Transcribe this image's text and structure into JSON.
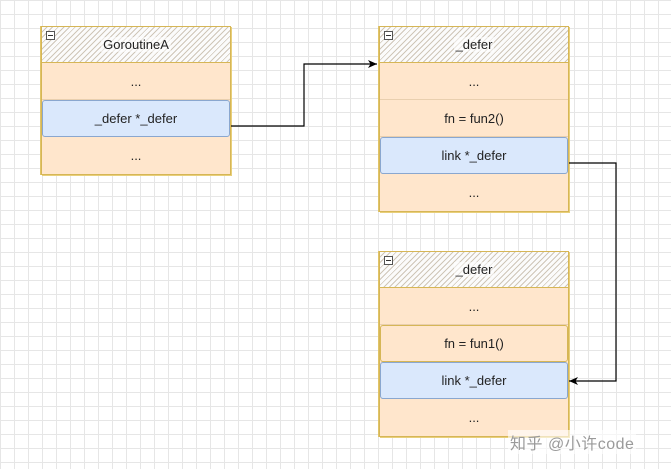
{
  "goroutine": {
    "title": "GoroutineA",
    "rows": [
      "...",
      "_defer *_defer",
      "..."
    ]
  },
  "defer_top": {
    "title": "_defer",
    "rows": [
      "...",
      "fn =  fun2()",
      "link   *_defer",
      "..."
    ]
  },
  "defer_bottom": {
    "title": "_defer",
    "rows": [
      "...",
      "fn =  fun1()",
      "link  *_defer",
      "..."
    ]
  },
  "watermark": "知乎 @小许code",
  "colors": {
    "fill": "#ffe6cc",
    "border": "#d6b656",
    "pointer_fill": "#dae8fc",
    "arrow": "#000000"
  }
}
